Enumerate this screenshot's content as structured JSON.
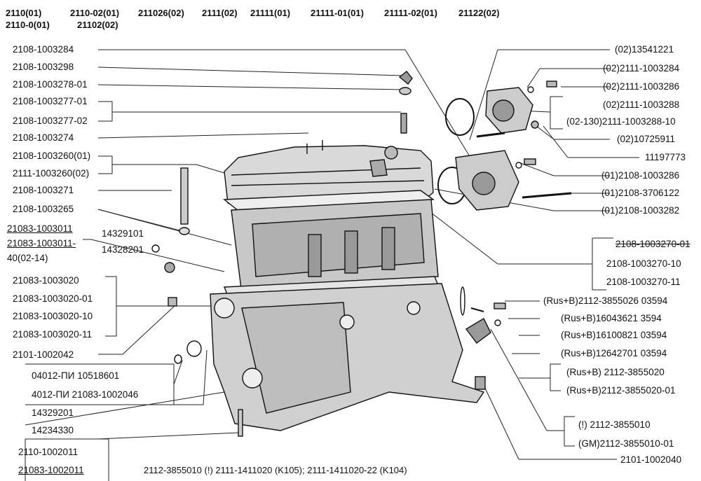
{
  "models": {
    "row1": [
      "2110(01)",
      "2110-02(01)",
      "211026(02)",
      "2111(02)",
      "21111(01)",
      "21111-01(01)",
      "21111-02(01)",
      "21122(02)"
    ],
    "row2": [
      "2110-0(01)",
      "21102(02)"
    ]
  },
  "left_labels": [
    "2108-1003284",
    "2108-1003298",
    "2108-1003278-01",
    "2108-1003277-01",
    "2108-1003277-02",
    "2108-1003274",
    "2108-1003260(01)",
    "2111-1003260(02)",
    "2108-1003271",
    "2108-1003265",
    "21083-1003011",
    "21083-1003011-",
    "40(02-14)",
    "14329101",
    "14328201",
    "21083-1003020",
    "21083-1003020-01",
    "21083-1003020-10",
    "21083-1003020-11",
    "2101-1002042",
    "04012-ПИ 10518601",
    "4012-ПИ 21083-1002046",
    "14329201",
    "14234330",
    "2110-1002011",
    "21083-1002011"
  ],
  "right_labels": [
    "(02)13541221",
    "(02)2111-1003284",
    "(02)2111-1003286",
    "(02)2111-1003288",
    "(02-130)2111-1003288-10",
    "(02)10725911",
    "11197773",
    "(01)2108-1003286",
    "(01)2108-3706122",
    "(01)2108-1003282",
    "2108-1003270-01",
    "2108-1003270-10",
    "2108-1003270-11",
    "(Rus+B)2112-3855026 03594",
    "(Rus+B)16043621 3594",
    "(Rus+B)16100821 03594",
    "(Rus+B)12642701 03594",
    "(Rus+B)   2112-3855020",
    "(Rus+B)2112-3855020-01",
    "(!)      2112-3855010",
    "(GM)2112-3855010-01",
    "2101-1002040"
  ],
  "footer": "2112-3855010 (!) 2111-1411020 (K105); 2111-1411020-22 (K104)"
}
